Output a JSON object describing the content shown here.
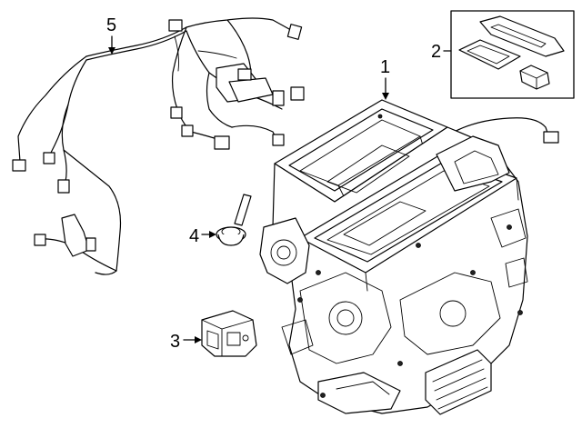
{
  "callouts": [
    {
      "id": "1",
      "label": "1"
    },
    {
      "id": "2",
      "label": "2"
    },
    {
      "id": "3",
      "label": "3"
    },
    {
      "id": "4",
      "label": "4"
    },
    {
      "id": "5",
      "label": "5"
    }
  ],
  "parts": {
    "hvac_case": "hvac-case-assembly",
    "filter_seals": "seal-kit",
    "actuator": "actuator-module",
    "grommet": "drain-grommet",
    "harness": "wiring-harness"
  }
}
